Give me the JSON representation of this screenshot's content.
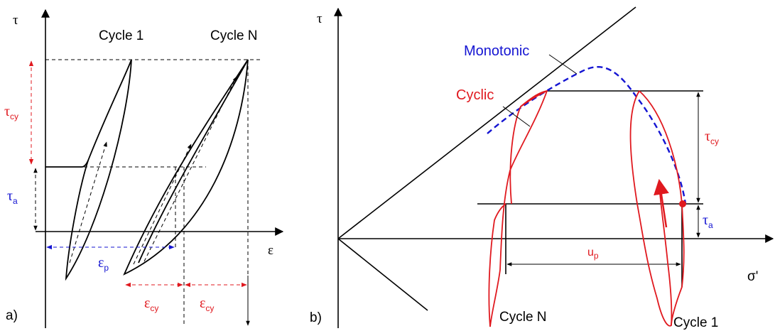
{
  "colors": {
    "black": "#000000",
    "red": "#e0191f",
    "blue": "#1414d2"
  },
  "panel_a": {
    "tag": "a)",
    "y_axis_label": "τ",
    "x_axis_label": "ε",
    "cycle_first": "Cycle 1",
    "cycle_last": "Cycle N",
    "tau_cy": {
      "main": "τ",
      "sub": "cy"
    },
    "tau_a": {
      "main": "τ",
      "sub": "a"
    },
    "eps_p": {
      "main": "ε",
      "sub": "p"
    },
    "eps_cy_left": {
      "main": "ε",
      "sub": "cy"
    },
    "eps_cy_right": {
      "main": "ε",
      "sub": "cy"
    }
  },
  "panel_b": {
    "tag": "b)",
    "y_axis_label": "τ",
    "x_axis_label": "σ'",
    "monotonic": "Monotonic",
    "cyclic": "Cyclic",
    "cycle_last": "Cycle N",
    "cycle_first": "Cycle 1",
    "tau_cy": {
      "main": "τ",
      "sub": "cy"
    },
    "tau_a": {
      "main": "τ",
      "sub": "a"
    },
    "u_p": {
      "main": "u",
      "sub": "p"
    }
  }
}
